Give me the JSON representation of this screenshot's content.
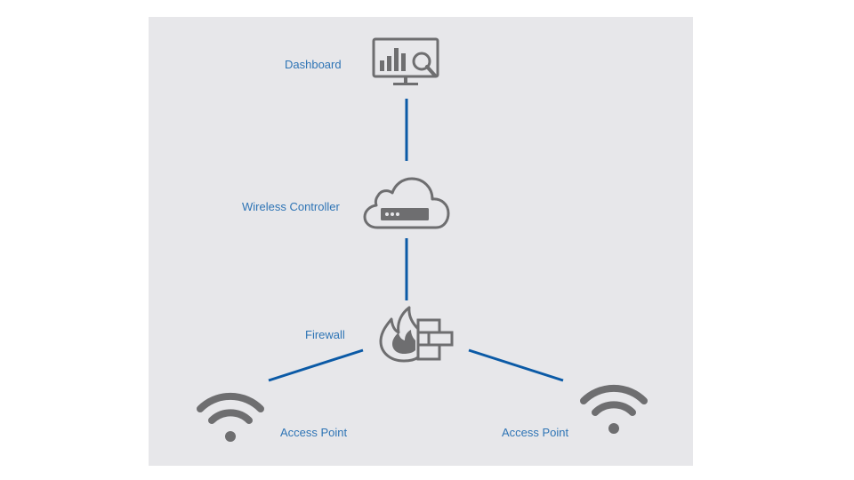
{
  "diagram": {
    "nodes": {
      "dashboard": {
        "label": "Dashboard",
        "icon": "monitor-chart-icon"
      },
      "controller": {
        "label": "Wireless Controller",
        "icon": "cloud-server-icon"
      },
      "firewall": {
        "label": "Firewall",
        "icon": "firewall-icon"
      },
      "ap_left": {
        "label": "Access Point",
        "icon": "wifi-icon"
      },
      "ap_right": {
        "label": "Access Point",
        "icon": "wifi-icon"
      }
    },
    "links": [
      {
        "from": "dashboard",
        "to": "controller"
      },
      {
        "from": "controller",
        "to": "firewall"
      },
      {
        "from": "firewall",
        "to": "ap_left"
      },
      {
        "from": "firewall",
        "to": "ap_right"
      }
    ],
    "colors": {
      "background": "#e7e7ea",
      "link": "#0b5aa6",
      "label": "#2e74b5",
      "icon": "#6e6e70"
    }
  }
}
